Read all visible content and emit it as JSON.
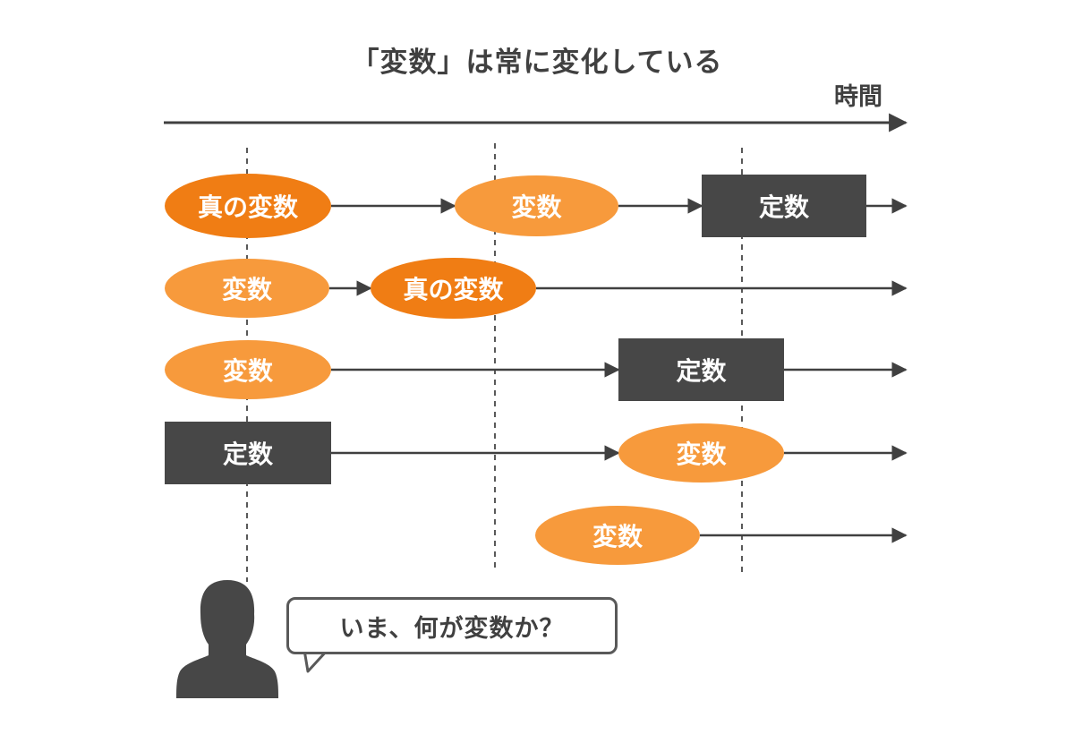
{
  "title": "「変数」は常に変化している",
  "time_label": "時間",
  "rows": [
    {
      "nodes": [
        {
          "label": "真の変数",
          "kind": "true-variable",
          "shape": "ellipse"
        },
        {
          "label": "変数",
          "kind": "variable",
          "shape": "ellipse"
        },
        {
          "label": "定数",
          "kind": "constant",
          "shape": "rect"
        }
      ]
    },
    {
      "nodes": [
        {
          "label": "変数",
          "kind": "variable",
          "shape": "ellipse"
        },
        {
          "label": "真の変数",
          "kind": "true-variable",
          "shape": "ellipse"
        }
      ]
    },
    {
      "nodes": [
        {
          "label": "変数",
          "kind": "variable",
          "shape": "ellipse"
        },
        {
          "label": "定数",
          "kind": "constant",
          "shape": "rect"
        }
      ]
    },
    {
      "nodes": [
        {
          "label": "定数",
          "kind": "constant",
          "shape": "rect"
        },
        {
          "label": "変数",
          "kind": "variable",
          "shape": "ellipse"
        }
      ]
    },
    {
      "nodes": [
        {
          "label": "変数",
          "kind": "variable",
          "shape": "ellipse"
        }
      ]
    }
  ],
  "question": "いま、何が変数か？",
  "colors": {
    "variable": "#f79a3c",
    "true_variable": "#f07d14",
    "constant": "#474747",
    "line": "#404040",
    "dashed": "#595959"
  }
}
